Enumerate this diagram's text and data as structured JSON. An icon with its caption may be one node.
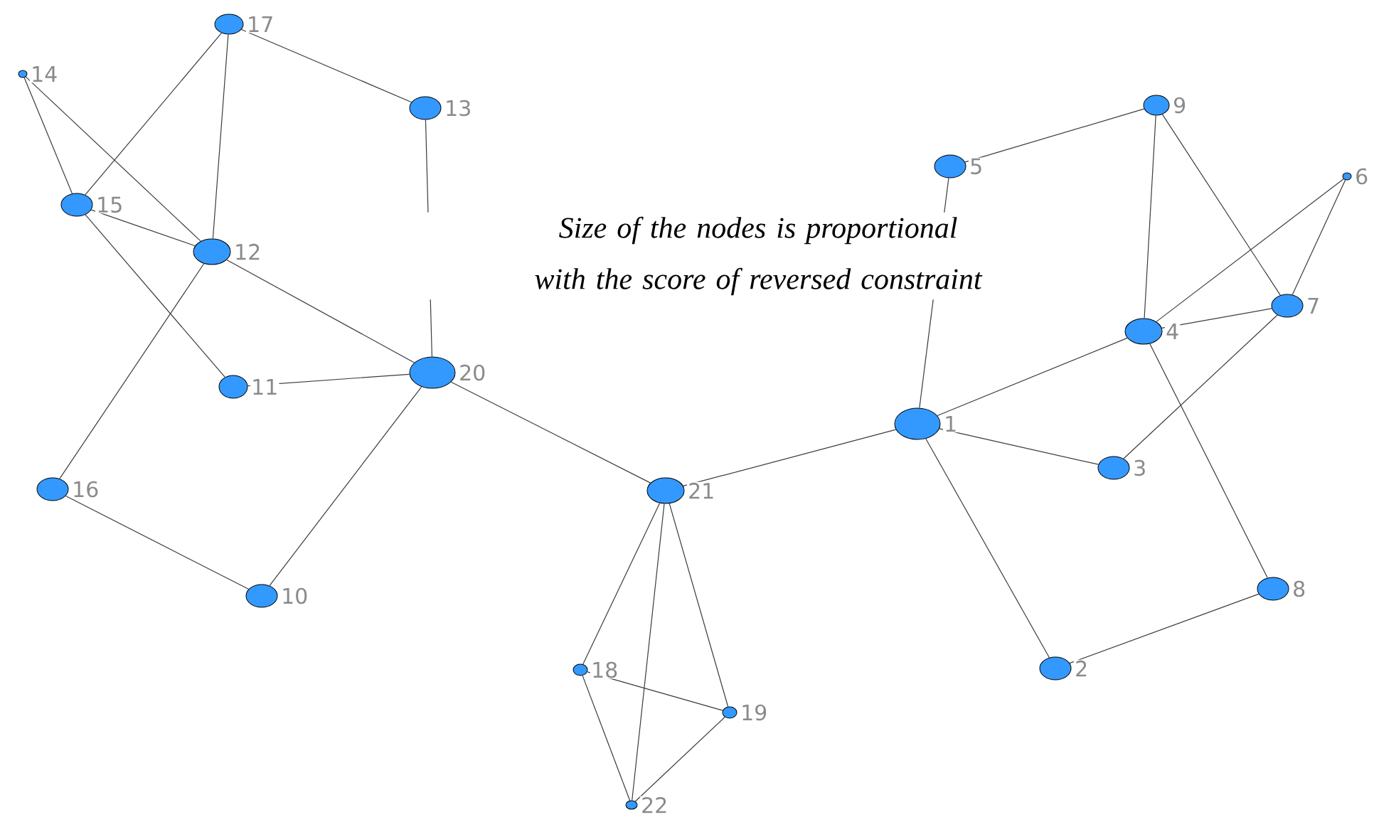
{
  "diagram": {
    "nodes": [
      {
        "text": [],
        "shape": "circle",
        "beside": [
          "1"
        ]
      },
      {
        "text": [],
        "shape": "circle",
        "beside": [
          "2"
        ]
      },
      {
        "text": [],
        "shape": "circle",
        "beside": [
          "3"
        ]
      },
      {
        "text": [],
        "shape": "circle",
        "beside": [
          "4"
        ]
      },
      {
        "text": [],
        "shape": "circle",
        "beside": [
          "5"
        ]
      },
      {
        "text": [],
        "shape": "circle",
        "beside": [
          "6"
        ]
      },
      {
        "text": [],
        "shape": "circle",
        "beside": [
          "7"
        ]
      },
      {
        "text": [],
        "shape": "circle",
        "beside": [
          "8"
        ]
      },
      {
        "text": [],
        "shape": "circle",
        "beside": [
          "9"
        ]
      },
      {
        "text": [],
        "shape": "circle",
        "beside": [
          "10"
        ]
      },
      {
        "text": [],
        "shape": "circle",
        "beside": [
          "11"
        ]
      },
      {
        "text": [],
        "shape": "circle",
        "beside": [
          "12"
        ]
      },
      {
        "text": [],
        "shape": "circle",
        "beside": [
          "13"
        ]
      },
      {
        "text": [],
        "shape": "circle",
        "beside": [
          "14"
        ]
      },
      {
        "text": [],
        "shape": "circle",
        "beside": [
          "15"
        ]
      },
      {
        "text": [],
        "shape": "circle",
        "beside": [
          "16"
        ]
      },
      {
        "text": [],
        "shape": "circle",
        "beside": [
          "17"
        ]
      },
      {
        "text": [],
        "shape": "circle",
        "beside": [
          "18"
        ]
      },
      {
        "text": [],
        "shape": "circle",
        "beside": [
          "19"
        ]
      },
      {
        "text": [],
        "shape": "circle",
        "beside": [
          "20"
        ]
      },
      {
        "text": [],
        "shape": "circle",
        "beside": [
          "21"
        ]
      },
      {
        "text": [],
        "shape": "circle",
        "beside": [
          "22"
        ]
      }
    ],
    "edges": [
      {
        "from": 16,
        "to": 12,
        "arrow": "none"
      },
      {
        "from": 16,
        "to": 14,
        "arrow": "none"
      },
      {
        "from": 16,
        "to": 11,
        "arrow": "none"
      },
      {
        "from": 13,
        "to": 14,
        "arrow": "none"
      },
      {
        "from": 13,
        "to": 11,
        "arrow": "none"
      },
      {
        "from": 14,
        "to": 11,
        "arrow": "none"
      },
      {
        "from": 14,
        "to": 10,
        "arrow": "none"
      },
      {
        "from": 11,
        "to": 15,
        "arrow": "none"
      },
      {
        "from": 11,
        "to": 19,
        "arrow": "none"
      },
      {
        "from": 12,
        "to": 19,
        "arrow": "none"
      },
      {
        "from": 10,
        "to": 19,
        "arrow": "none"
      },
      {
        "from": 19,
        "to": 9,
        "arrow": "none"
      },
      {
        "from": 19,
        "to": 20,
        "arrow": "none"
      },
      {
        "from": 15,
        "to": 9,
        "arrow": "none"
      },
      {
        "from": 20,
        "to": 17,
        "arrow": "none"
      },
      {
        "from": 20,
        "to": 21,
        "arrow": "none"
      },
      {
        "from": 20,
        "to": 18,
        "arrow": "none"
      },
      {
        "from": 20,
        "to": 0,
        "arrow": "none"
      },
      {
        "from": 17,
        "to": 18,
        "arrow": "none"
      },
      {
        "from": 17,
        "to": 21,
        "arrow": "none"
      },
      {
        "from": 18,
        "to": 21,
        "arrow": "none"
      },
      {
        "from": 4,
        "to": 0,
        "arrow": "none"
      },
      {
        "from": 0,
        "to": 3,
        "arrow": "none"
      },
      {
        "from": 0,
        "to": 2,
        "arrow": "none"
      },
      {
        "from": 0,
        "to": 1,
        "arrow": "none"
      },
      {
        "from": 4,
        "to": 8,
        "arrow": "none"
      },
      {
        "from": 8,
        "to": 3,
        "arrow": "none"
      },
      {
        "from": 8,
        "to": 6,
        "arrow": "none"
      },
      {
        "from": 5,
        "to": 3,
        "arrow": "none"
      },
      {
        "from": 5,
        "to": 6,
        "arrow": "none"
      },
      {
        "from": 6,
        "to": 3,
        "arrow": "none"
      },
      {
        "from": 6,
        "to": 2,
        "arrow": "none"
      },
      {
        "from": 3,
        "to": 7,
        "arrow": "none"
      },
      {
        "from": 7,
        "to": 1,
        "arrow": "none"
      }
    ],
    "labels": [
      "Size of the nodes is proportional with the score of reversed constraint"
    ]
  }
}
